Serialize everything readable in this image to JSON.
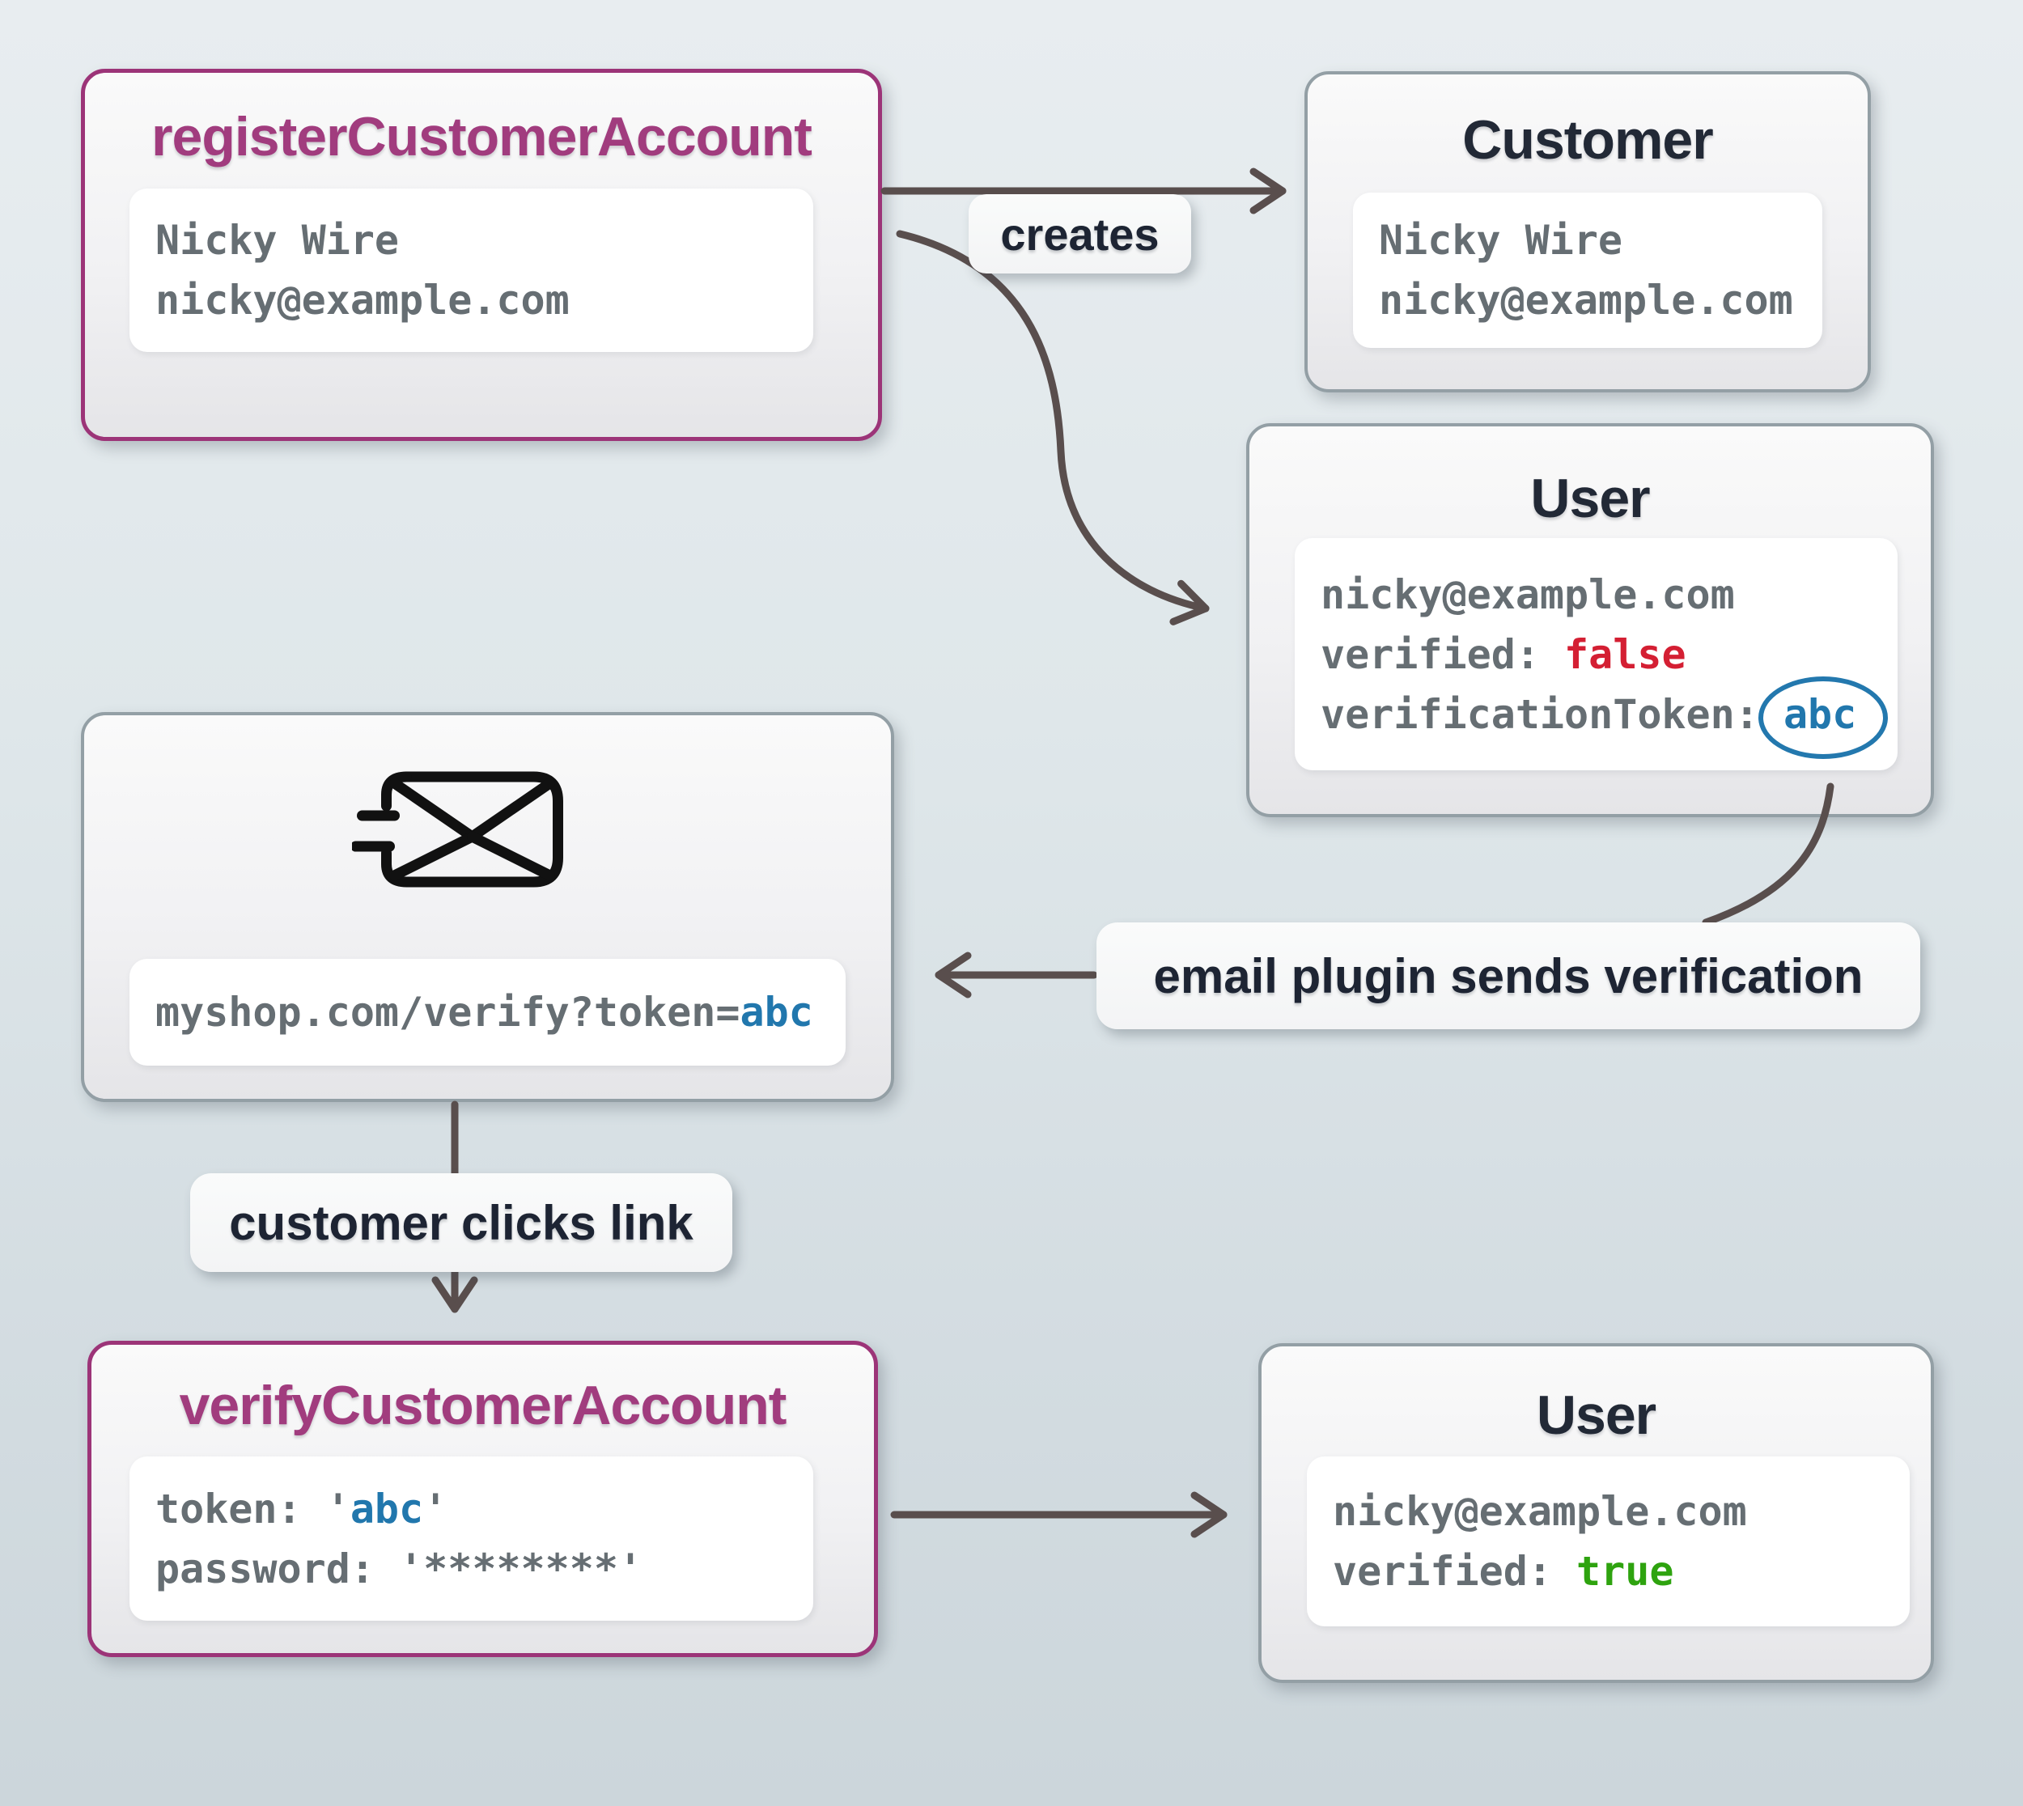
{
  "diagram": {
    "nodes": {
      "register": {
        "title": "registerCustomerAccount",
        "name": "Nicky Wire",
        "email": "nicky@example.com"
      },
      "customer": {
        "title": "Customer",
        "name": "Nicky Wire",
        "email": "nicky@example.com"
      },
      "userUnverified": {
        "title": "User",
        "email": "nicky@example.com",
        "verifiedKey": "verified: ",
        "verifiedValue": "false",
        "tokenKey": "verificationToken: ",
        "tokenValue": "abc"
      },
      "emailMessage": {
        "icon": "mail-send-icon",
        "urlPrefix": "myshop.com/verify?token=",
        "urlToken": "abc"
      },
      "verify": {
        "title": "verifyCustomerAccount",
        "tokenKey": "token: ",
        "quote": "'",
        "tokenValue": "abc",
        "passwordKey": "password: ",
        "passwordValue": "'********'"
      },
      "userVerified": {
        "title": "User",
        "email": "nicky@example.com",
        "verifiedKey": "verified: ",
        "verifiedValue": "true"
      }
    },
    "edgeLabels": {
      "creates": "creates",
      "emailPlugin": "email plugin sends verification",
      "customerClicks": "customer clicks link"
    },
    "colors": {
      "accentPurple": "#9c3478",
      "purpleTitle": "#a13c7e",
      "titleDark": "#222936",
      "monoGray": "#666e73",
      "falseRed": "#d41f33",
      "trueGreen": "#2ea30f",
      "tokenBlue": "#2177ad",
      "circleBlue": "#2378ae",
      "arrow": "#594e4d",
      "neutralBorder": "#939fa5"
    }
  }
}
